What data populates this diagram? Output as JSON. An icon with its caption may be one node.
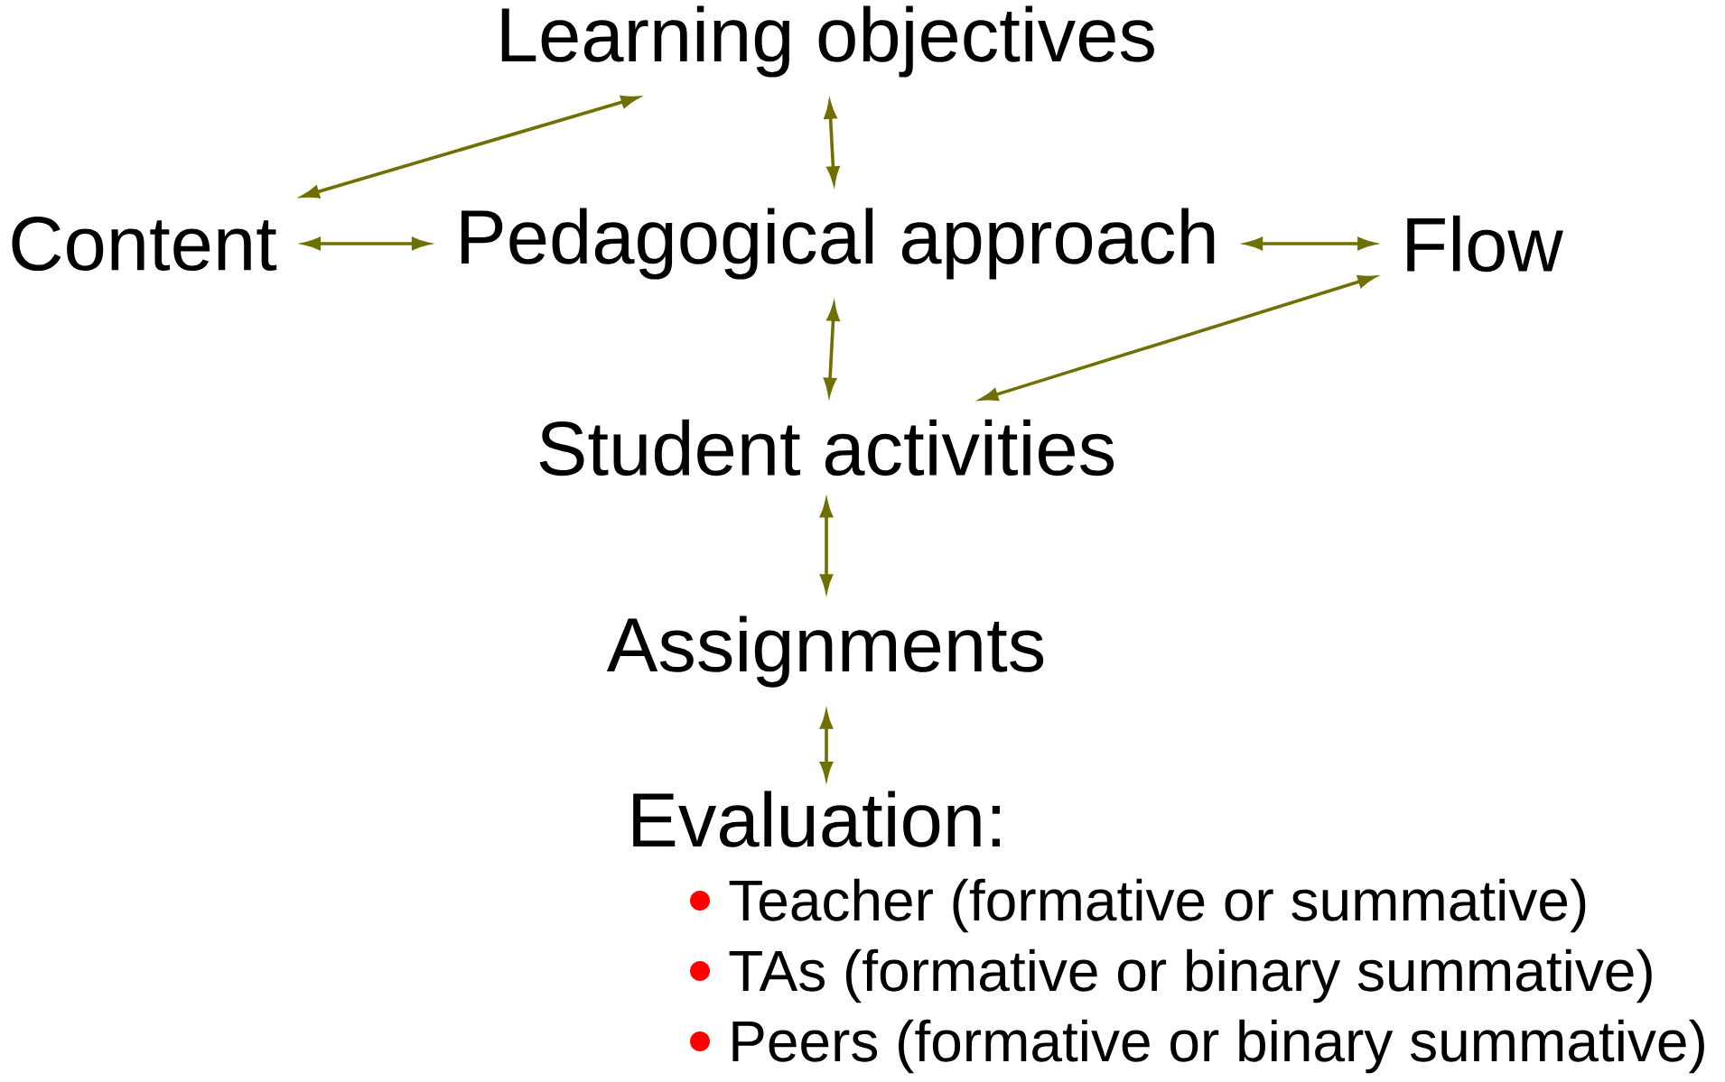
{
  "diagram": {
    "nodes": [
      {
        "text": [
          "Learning objectives"
        ]
      },
      {
        "text": [
          "Content"
        ]
      },
      {
        "text": [
          "Pedagogical approach"
        ]
      },
      {
        "text": [
          "Flow"
        ]
      },
      {
        "text": [
          "Student activities"
        ]
      },
      {
        "text": [
          "Assignments"
        ]
      },
      {
        "text": [
          "Evaluation:",
          "Teacher (formative or summative)",
          "TAs (formative or binary summative)",
          "Peers (formative or binary summative)"
        ]
      }
    ],
    "edges": [
      {
        "from": 1,
        "to": 0,
        "arrow": "both"
      },
      {
        "from": 0,
        "to": 2,
        "arrow": "both"
      },
      {
        "from": 1,
        "to": 2,
        "arrow": "both"
      },
      {
        "from": 2,
        "to": 3,
        "arrow": "both"
      },
      {
        "from": 2,
        "to": 4,
        "arrow": "both"
      },
      {
        "from": 3,
        "to": 4,
        "arrow": "both"
      },
      {
        "from": 4,
        "to": 5,
        "arrow": "both"
      },
      {
        "from": 5,
        "to": 6,
        "arrow": "both"
      }
    ]
  }
}
